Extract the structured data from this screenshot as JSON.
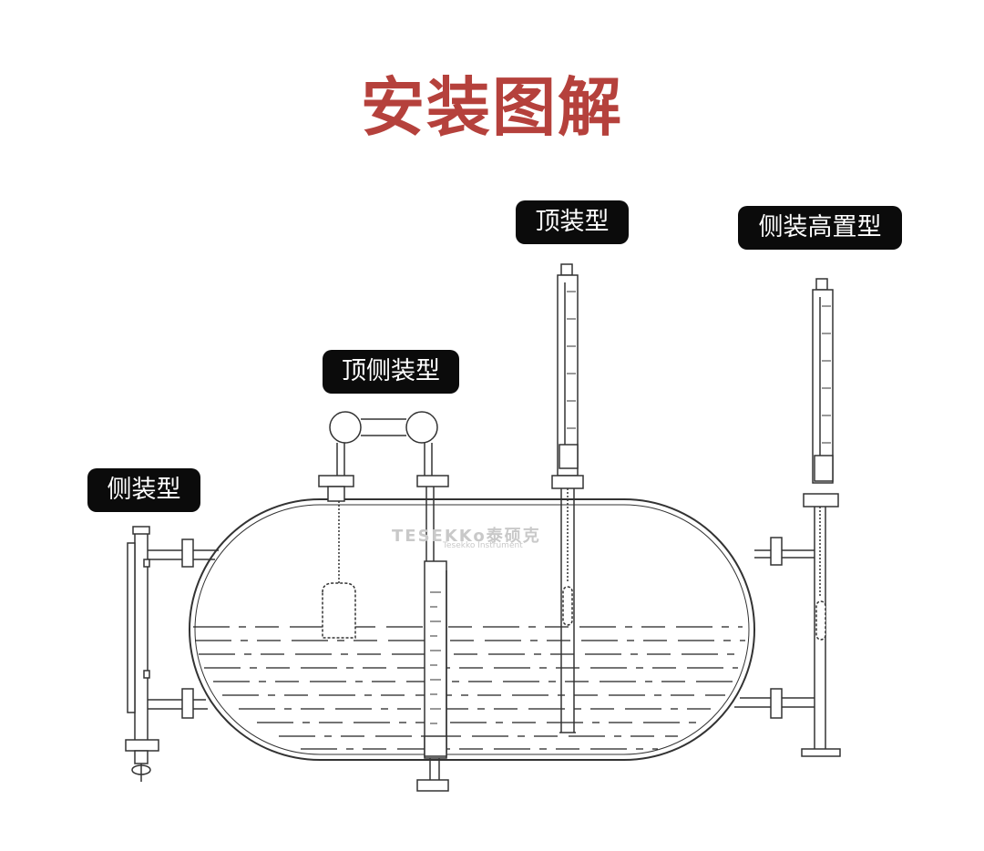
{
  "title": "安装图解",
  "labels": {
    "side_mount": "侧装型",
    "top_side_mount": "顶侧装型",
    "top_mount": "顶装型",
    "side_high_mount": "侧装高置型"
  },
  "watermark": {
    "brand": "TESEKKo泰硕克",
    "sub": "Tesekko Instrument"
  },
  "colors": {
    "title": "#b5413c",
    "tag_bg": "#0b0b0b",
    "line": "#333333"
  }
}
